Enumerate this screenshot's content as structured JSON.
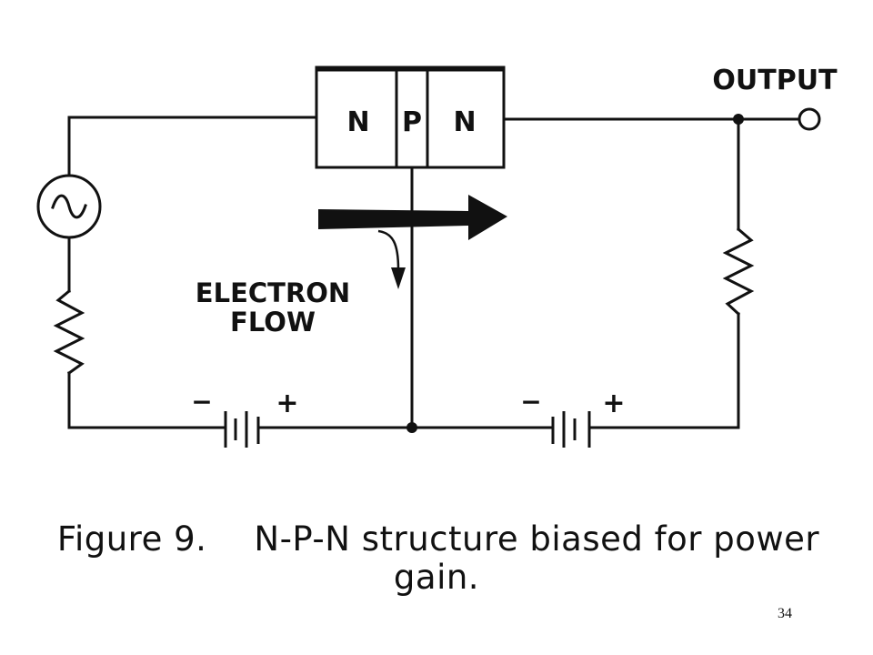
{
  "diagram": {
    "transistor": {
      "regions": [
        "N",
        "P",
        "N"
      ]
    },
    "output_label": "OUTPUT",
    "flow_label_line1": "ELECTRON",
    "flow_label_line2": "FLOW",
    "battery_left": {
      "minus": "−",
      "plus": "+"
    },
    "battery_right": {
      "minus": "−",
      "plus": "+"
    }
  },
  "caption": {
    "figure_number": "Figure 9.",
    "text_line1": "N-P-N structure biased for power",
    "text_line2": "gain."
  },
  "page_number": "34"
}
